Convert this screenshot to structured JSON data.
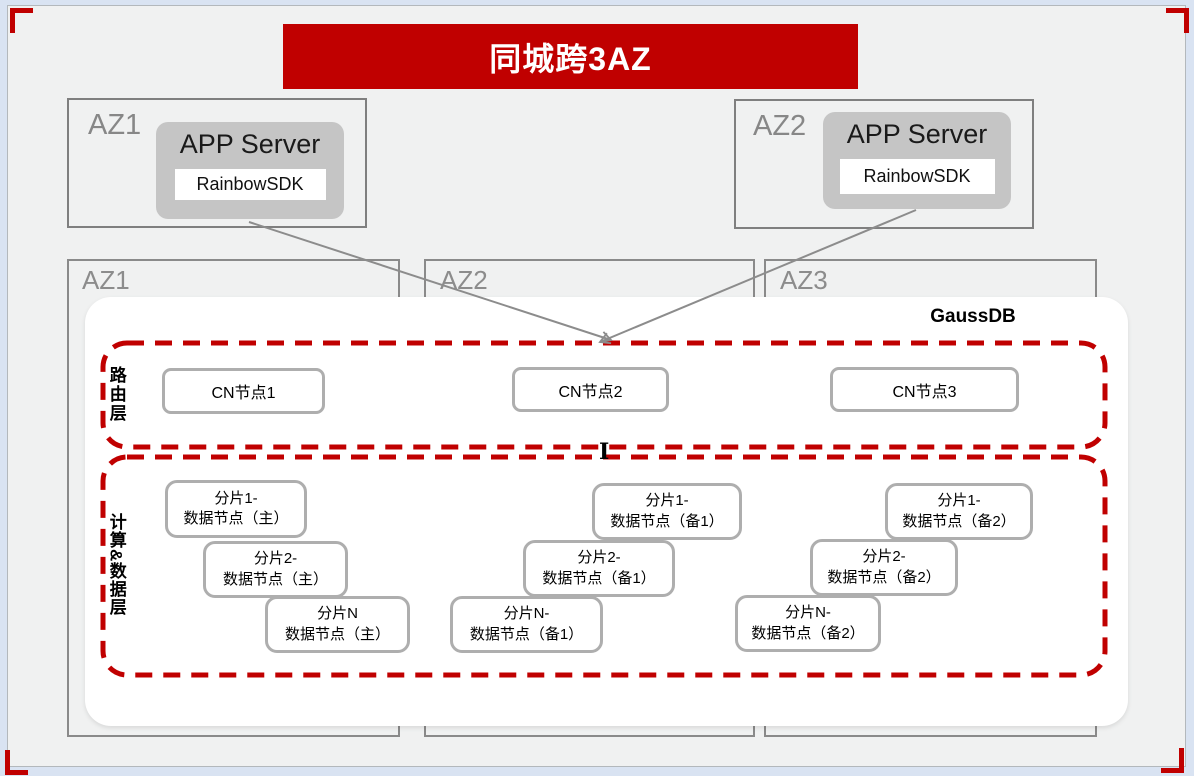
{
  "colors": {
    "accent_red": "#C00000",
    "zone_border_gray": "#8A8A8A",
    "node_border_gray": "#AEAEAE",
    "app_server_fill": "#C5C5C5",
    "arrow_gray": "#8C8C8C",
    "slide_background": "#F0F1F1",
    "page_background": "#D9E3F2"
  },
  "banner": {
    "title": "同城跨3AZ"
  },
  "app_zones": [
    {
      "label": "AZ1",
      "server_label": "APP Server",
      "sdk_label": "RainbowSDK"
    },
    {
      "label": "AZ2",
      "server_label": "APP Server",
      "sdk_label": "RainbowSDK"
    }
  ],
  "db_zones": [
    {
      "label": "AZ1"
    },
    {
      "label": "AZ2"
    },
    {
      "label": "AZ3"
    }
  ],
  "gaussdb": {
    "label": "GaussDB",
    "routing_layer": {
      "label": "路由层",
      "cn_nodes": [
        "CN节点1",
        "CN节点2",
        "CN节点3"
      ],
      "connector_glyph": "I"
    },
    "data_layer": {
      "label": "计算&数据层",
      "columns": [
        {
          "nodes": [
            {
              "line1": "分片1-",
              "line2": "数据节点（主）"
            },
            {
              "line1": "分片2-",
              "line2": "数据节点（主）"
            },
            {
              "line1": "分片N",
              "line2": "数据节点（主）"
            }
          ]
        },
        {
          "nodes": [
            {
              "line1": "分片1-",
              "line2": "数据节点（备1）"
            },
            {
              "line1": "分片2-",
              "line2": "数据节点（备1）"
            },
            {
              "line1": "分片N-",
              "line2": "数据节点（备1）"
            }
          ]
        },
        {
          "nodes": [
            {
              "line1": "分片1-",
              "line2": "数据节点（备2）"
            },
            {
              "line1": "分片2-",
              "line2": "数据节点（备2）"
            },
            {
              "line1": "分片N-",
              "line2": "数据节点（备2）"
            }
          ]
        }
      ]
    }
  }
}
